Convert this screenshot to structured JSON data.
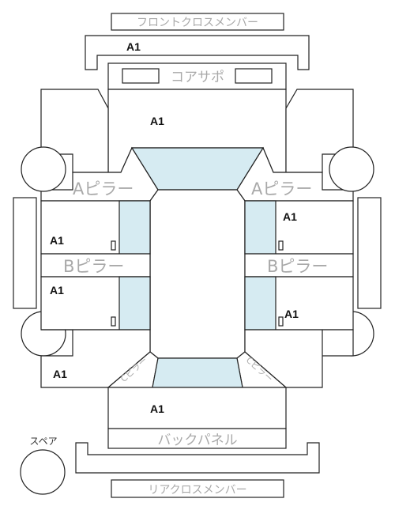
{
  "parts": {
    "front_cross_member": "フロントクロスメンバー",
    "core_support": "コアサポ",
    "a_pillar_left": "Aピラー",
    "a_pillar_right": "Aピラー",
    "b_pillar_left": "Bピラー",
    "b_pillar_right": "Bピラー",
    "c_pillar_left": "Cピラー",
    "c_pillar_right": "Cピラー",
    "back_panel": "バックパネル",
    "spare": "スペア",
    "rear_cross_member": "リアクロスメンバー"
  },
  "grades": {
    "front_cross_member": "A1",
    "hood": "A1",
    "front_door_left": "A1",
    "front_door_right": "A1",
    "rear_door_left": "A1",
    "rear_door_right": "A1",
    "rear_fender_left": "A1",
    "trunk": "A1"
  },
  "colors": {
    "glass": "#d6ebf2",
    "label_grey": "#a9a9a9",
    "grade_text": "#111111"
  }
}
